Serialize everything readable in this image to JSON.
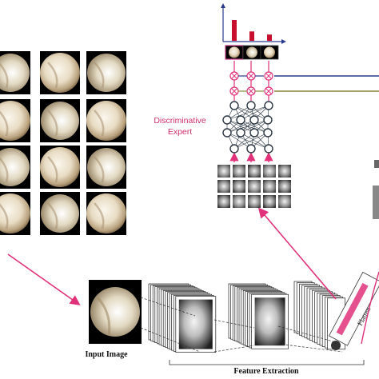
{
  "labels": {
    "discriminative_line1": "Discriminative",
    "discriminative_line2": "Expert",
    "input_image": "Input Image",
    "feature_extraction": "Feature Extraction",
    "flatten": "Flatten"
  },
  "mini_bar_values": [
    1.0,
    0.45,
    0.3
  ],
  "colors": {
    "accent_pink": "#e0317a",
    "bar_red": "#c8102e",
    "line_blue": "#2a3a8c",
    "line_olive": "#8c8a3a",
    "node_dark": "#2b3642",
    "tissue": "#e8dcc4"
  },
  "icons": [
    "arrow-icon",
    "multiply-node-icon",
    "neural-network-icon"
  ]
}
